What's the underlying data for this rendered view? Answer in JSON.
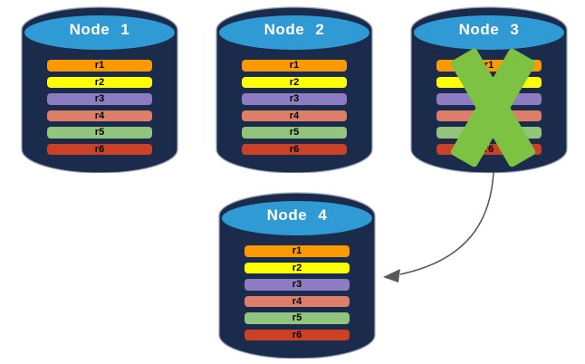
{
  "nodes": [
    {
      "label": "Node 1",
      "replicas": [
        "r1",
        "r2",
        "r3",
        "r4",
        "r5",
        "r6"
      ],
      "failed": false
    },
    {
      "label": "Node 2",
      "replicas": [
        "r1",
        "r2",
        "r3",
        "r4",
        "r5",
        "r6"
      ],
      "failed": false
    },
    {
      "label": "Node 3",
      "replicas": [
        "r1",
        "r2",
        "r3",
        "r4",
        "r5",
        "r6"
      ],
      "failed": true
    },
    {
      "label": "Node 4",
      "replicas": [
        "r1",
        "r2",
        "r3",
        "r4",
        "r5",
        "r6"
      ],
      "failed": false
    }
  ],
  "replica_colors": {
    "r1": "#FB9900",
    "r2": "#FFFF00",
    "r3": "#8E7CC3",
    "r4": "#DD7E6B",
    "r5": "#93C47D",
    "r6": "#CC4125"
  },
  "colors": {
    "background": "#FFFFFF",
    "cylinder_body": "#1B2B4C",
    "cylinder_top": "#2F9AD3",
    "node_title_text": "#FFFFFF",
    "replica_label_text": "#000000",
    "failure_x": "#7DC242",
    "arrow": "#595959"
  },
  "icons": {
    "node": "database-cylinder-icon",
    "failure": "x-cross-icon",
    "transfer": "curved-arrow-icon"
  }
}
